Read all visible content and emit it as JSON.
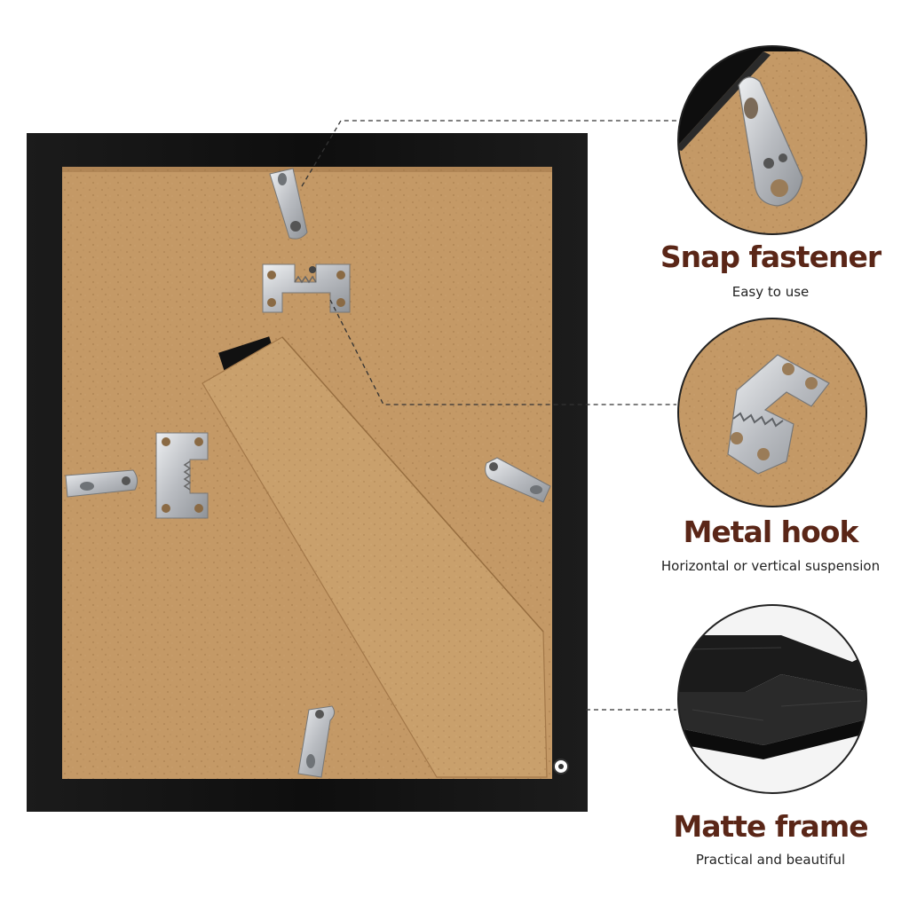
{
  "features": [
    {
      "title": "Snap fastener",
      "subtitle": "Easy to use",
      "icon": "snap-fastener-closeup"
    },
    {
      "title": "Metal hook",
      "subtitle": "Horizontal or vertical suspension",
      "icon": "sawtooth-hook-closeup"
    },
    {
      "title": "Matte frame",
      "subtitle": "Practical and beautiful",
      "icon": "frame-corner-closeup"
    }
  ],
  "colors": {
    "frame": "#121212",
    "backboard": "#c59a67",
    "metal": "#c9ccd0",
    "title": "#5a2617",
    "leader_line": "#333333"
  }
}
